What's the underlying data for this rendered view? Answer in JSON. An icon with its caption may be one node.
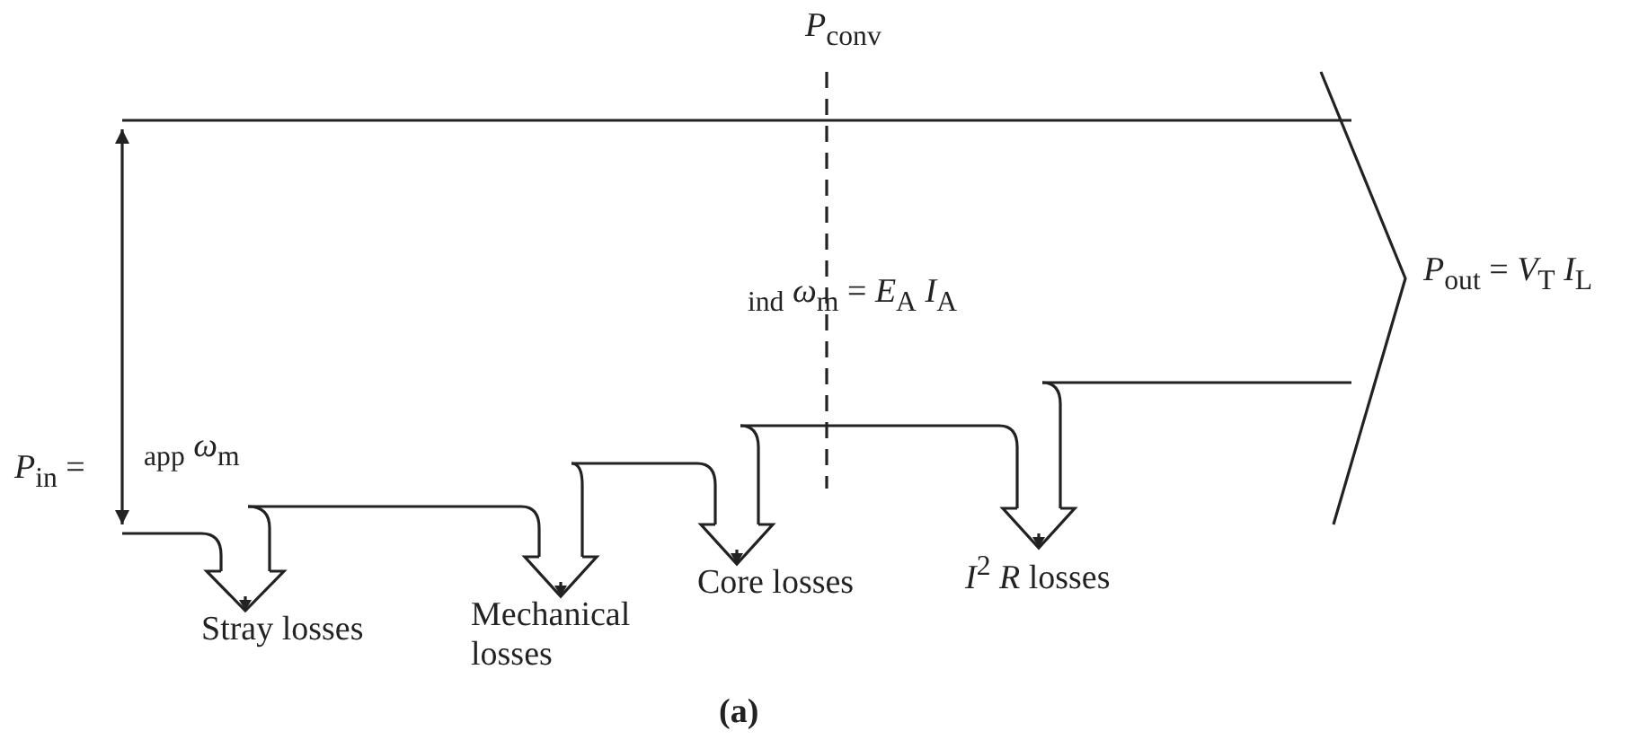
{
  "diagram": {
    "caption": "(a)",
    "nodes": [
      {
        "text": [
          "Stray losses"
        ]
      },
      {
        "text": [
          "Mechanical losses"
        ]
      },
      {
        "text": [
          "Core losses"
        ]
      },
      {
        "text": [
          "*I*$^{2}$ *R* losses"
        ]
      }
    ],
    "edges": [
      {
        "from": null,
        "to": 0,
        "arrow": "to"
      },
      {
        "from": null,
        "to": 1,
        "arrow": "to"
      },
      {
        "from": null,
        "to": 2,
        "arrow": "to"
      },
      {
        "from": null,
        "to": 3,
        "arrow": "to"
      }
    ],
    "labels": [
      "*P*$_{conv}$",
      "*P*$_{in}$ =",
      "$_{app}$ *ω*$_{m}$",
      "$_{ind}$ *ω*$_{m}$ = *E*$_{A}$ *I*$_{A}$",
      "*P*$_{out}$ = *V*$_{T}$ *I*$_{L}$"
    ]
  }
}
